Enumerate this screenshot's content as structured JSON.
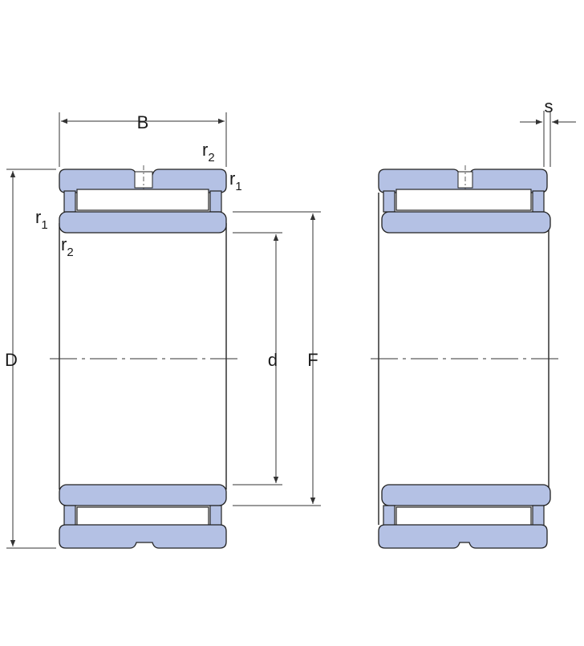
{
  "diagram": {
    "dimension_labels": {
      "width": "B",
      "outer_diameter": "D",
      "bore_diameter": "d",
      "raceway_diameter": "F",
      "axial_displacement": "s"
    },
    "chamfer_labels": {
      "top_r2": {
        "base": "r",
        "sub": "2"
      },
      "top_r1": {
        "base": "r",
        "sub": "1"
      },
      "left_r1": {
        "base": "r",
        "sub": "1"
      },
      "left_r2": {
        "base": "r",
        "sub": "2"
      }
    },
    "colors": {
      "ring_fill": "#b4c1e4",
      "outline": "#222222",
      "dim_line": "#333333"
    }
  }
}
